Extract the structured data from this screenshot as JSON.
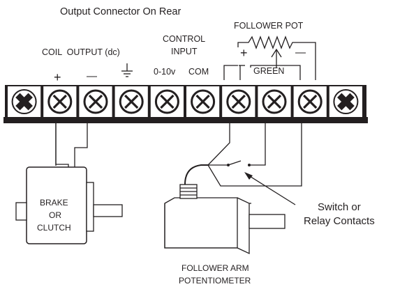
{
  "header": {
    "title": "Output Connector On Rear"
  },
  "labels": {
    "coil_output": "COIL  OUTPUT (dc)",
    "control_input_line1": "CONTROL",
    "control_input_line2": "INPUT",
    "control_0_10v": "0-10v",
    "control_com": "COM",
    "follower_pot": "FOLLOWER POT",
    "green": "GREEN",
    "plus": "+",
    "minus": "—",
    "switch_line1": "Switch or",
    "switch_line2": "Relay Contacts",
    "brake_line1": "BRAKE",
    "brake_line2": "OR",
    "brake_line3": "CLUTCH",
    "arm_line1": "FOLLOWER ARM",
    "arm_line2": "POTENTIOMETER"
  },
  "terminals": [
    {
      "name": "mount-left",
      "type": "mount"
    },
    {
      "name": "coil-plus",
      "type": "screw"
    },
    {
      "name": "coil-minus",
      "type": "screw"
    },
    {
      "name": "ground",
      "type": "screw"
    },
    {
      "name": "control-0-10v",
      "type": "screw"
    },
    {
      "name": "control-com",
      "type": "screw"
    },
    {
      "name": "pot-plus",
      "type": "screw"
    },
    {
      "name": "pot-wiper-green",
      "type": "screw"
    },
    {
      "name": "pot-minus",
      "type": "screw"
    },
    {
      "name": "mount-right",
      "type": "mount"
    }
  ],
  "colors": {
    "ink": "#231f20",
    "background": "#ffffff"
  }
}
